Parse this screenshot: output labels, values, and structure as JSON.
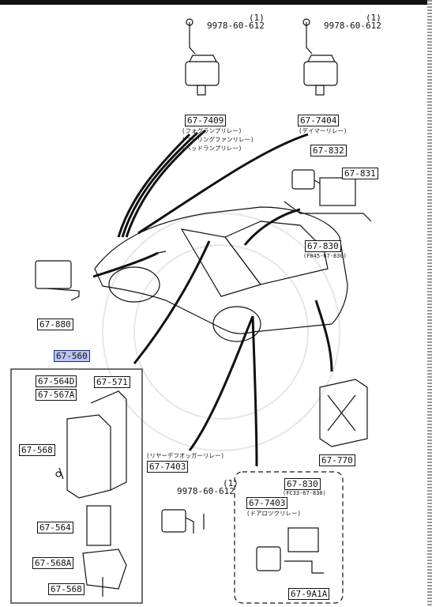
{
  "labels": {
    "bolt_left": "9978-60-612",
    "bolt_left_note": "(1)",
    "bolt_right": "9978-60-612",
    "bolt_right_note": "(1)",
    "p7409": "67-7409",
    "p7409_desc1": "(フォグランプリレー)",
    "p7409_desc2": "(クーリングファンリレー)",
    "p7409_desc3": "(ヘッドランプリレー)",
    "p7404": "67-7404",
    "p7404_desc": "(デイマーリレー)",
    "p832": "67-832",
    "p831": "67-831",
    "p830_top": "67-830",
    "p830_top_note": "(F045-67-830)",
    "p880": "67-880",
    "p560": "67-560",
    "p564d": "67-564D",
    "p567a": "67-567A",
    "p571": "67-571",
    "p568_1": "67-568",
    "p564": "67-564",
    "p568a": "67-568A",
    "p568_2": "67-568",
    "p7403_desc": "(リヤーデフオッガーリレー)",
    "p7403": "67-7403",
    "bolt_bottom": "9978-60-612",
    "bolt_bottom_note": "(1)",
    "p770": "67-770",
    "p830_bot": "67-830",
    "p830_bot_note": "(FC33-67-830)",
    "p7403_b": "67-7403",
    "p7403_b_desc": "(ドアロツクリレー)",
    "p9a1a": "67-9A1A"
  },
  "colors": {
    "ink": "#111111",
    "highlight_fill": "#b9c4f0",
    "highlight_border": "#1a2d8a"
  }
}
